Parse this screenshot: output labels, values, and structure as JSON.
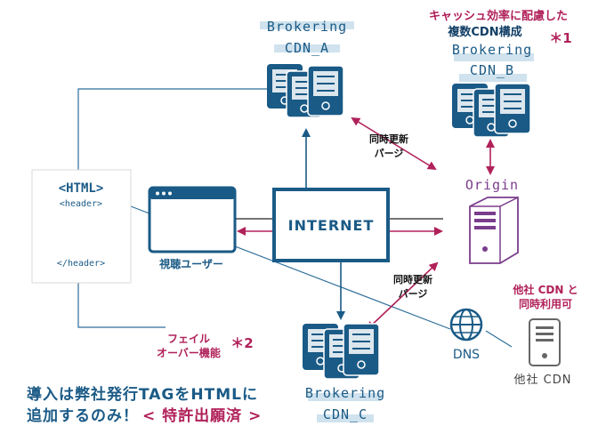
{
  "colors": {
    "blue": "#1a5a86",
    "navy": "#123f66",
    "pink": "#b0215a",
    "purple": "#7a3d8c",
    "gray": "#666666",
    "line": "#2f6f9a",
    "label_bg": "#cfe2ee"
  },
  "top_note": {
    "line1": "キャッシュ効率に配慮した",
    "line2": "複数CDN構成",
    "mark": "＊1"
  },
  "cdn_a": {
    "line1": "Brokering",
    "line2": "CDN_A"
  },
  "cdn_b": {
    "line1": "Brokering",
    "line2": "CDN_B"
  },
  "cdn_c": {
    "line1": "Brokering",
    "line2": "CDN_C"
  },
  "sync_top": {
    "line1": "同時更新",
    "line2": "パージ"
  },
  "sync_mid": {
    "line1": "同時更新",
    "line2": "パージ"
  },
  "origin": {
    "label": "Origin"
  },
  "internet": {
    "label": "INTERNET"
  },
  "html_doc": {
    "open_tag": "<HTML>",
    "header_open": "<header>",
    "header_close": "</header>"
  },
  "viewer": {
    "label": "視聴ユーザー"
  },
  "failover": {
    "line1": "フェイル",
    "line2": "オーバー機能",
    "mark": "＊2"
  },
  "dns": {
    "label": "DNS"
  },
  "other_cdn": {
    "label": "他社 CDN",
    "note_line1": "他社 CDN と",
    "note_line2": "同時利用可"
  },
  "bottom_note": {
    "line1": "導入は弊社発行TAGをHTMLに",
    "line2_prefix": "追加するのみ！",
    "line2_highlight": "< 特許出願済 >"
  }
}
